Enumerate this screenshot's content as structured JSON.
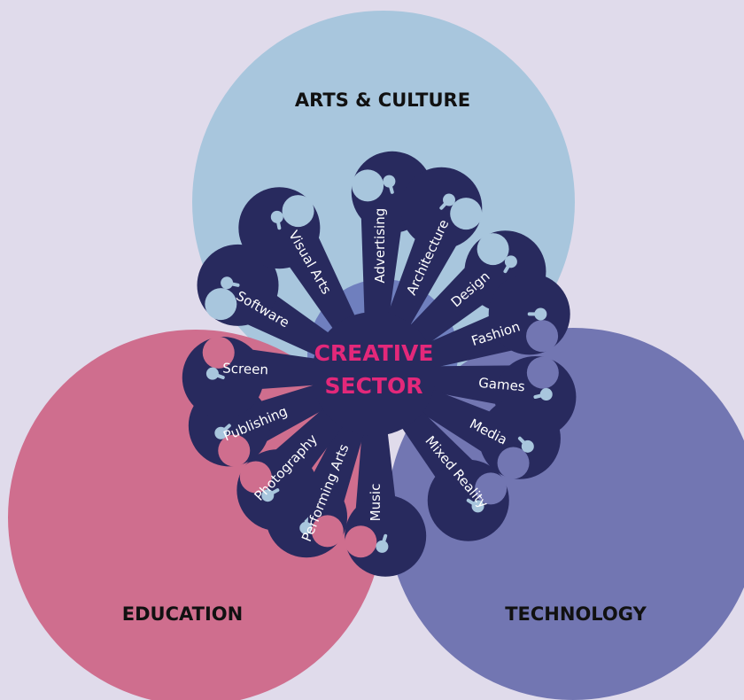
{
  "colors": {
    "background": "#e0dbeb",
    "arts": "#a8c6dd",
    "education": "#cf6e8e",
    "technology": "#7276b2",
    "petal": "#282a5e",
    "center_text": "#e3287a",
    "petal_text": "#ffffff"
  },
  "circles": {
    "arts": {
      "label": "ARTS & CULTURE"
    },
    "education": {
      "label": "EDUCATION"
    },
    "technology": {
      "label": "TECHNOLOGY"
    }
  },
  "center": {
    "line1": "CREATIVE",
    "line2": "SECTOR"
  },
  "petals": [
    {
      "label": "Advertising"
    },
    {
      "label": "Architecture"
    },
    {
      "label": "Design"
    },
    {
      "label": "Fashion"
    },
    {
      "label": "Games"
    },
    {
      "label": "Media"
    },
    {
      "label": "Mixed Reality"
    },
    {
      "label": "Music"
    },
    {
      "label": "Performing Arts"
    },
    {
      "label": "Photography"
    },
    {
      "label": "Publishing"
    },
    {
      "label": "Screen"
    },
    {
      "label": "Software"
    },
    {
      "label": "Visual Arts"
    }
  ]
}
